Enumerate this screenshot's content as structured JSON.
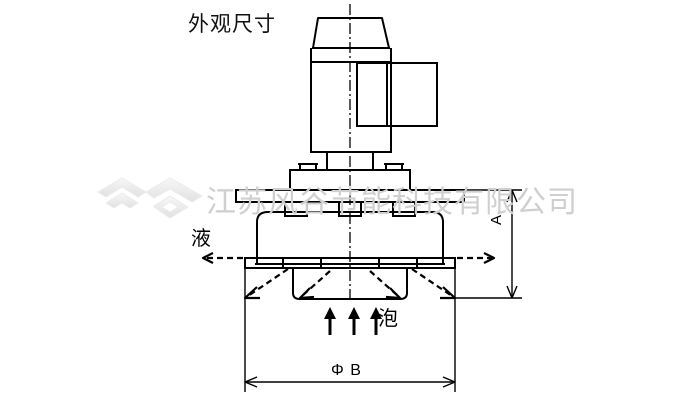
{
  "drawing": {
    "title": "外观尺寸",
    "annotations": {
      "liquid_label": "液",
      "bubble_label": "泡",
      "diameter_label": "Φ B",
      "height_label": "A"
    }
  },
  "watermark": {
    "company": "江苏风谷节能科技有限公司",
    "logo_name": "chevron-diamond-logo",
    "color": "#cfcfcf"
  },
  "colors": {
    "line": "#000000",
    "background": "#ffffff",
    "watermark": "#cfcfcf"
  }
}
